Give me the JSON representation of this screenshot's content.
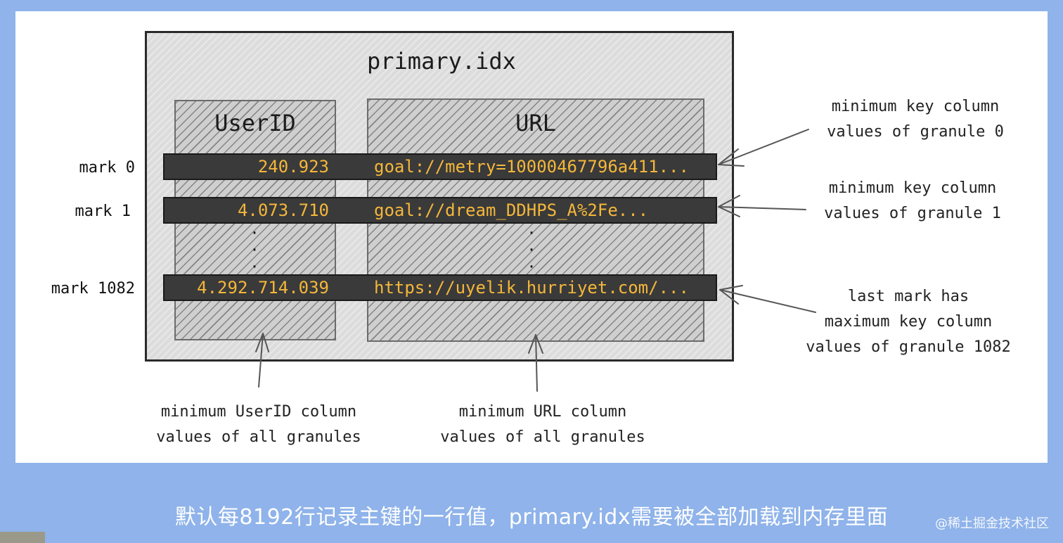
{
  "diagram": {
    "title": "primary.idx",
    "columns": [
      {
        "name": "UserID"
      },
      {
        "name": "URL"
      }
    ],
    "rows": [
      {
        "mark": "mark 0",
        "userid": "240.923",
        "url": "goal://metry=10000467796a411..."
      },
      {
        "mark": "mark 1",
        "userid": "4.073.710",
        "url": "goal://dream_DDHPS_A%2Fe..."
      },
      {
        "mark": "mark 1082",
        "userid": "4.292.714.039",
        "url": "https://uyelik.hurriyet.com/..."
      }
    ],
    "right_notes": {
      "granule0": [
        "minimum key column",
        "values of granule 0"
      ],
      "granule1": [
        "minimum key column",
        "values of granule 1"
      ],
      "last": [
        "last mark has",
        "maximum key column",
        "values of granule 1082"
      ]
    },
    "bottom_notes": {
      "userid": [
        "minimum UserID column",
        "values of all granules"
      ],
      "url": [
        "minimum URL column",
        "values of all granules"
      ]
    },
    "colors": {
      "value_text": "#f4b73a",
      "row_bar": "#3a3a3a",
      "slide_background": "#8fb3ea"
    }
  },
  "caption": "默认每8192行记录主键的一行值，primary.idx需要被全部加载到内存里面",
  "brand": "@稀土掘金技术社区"
}
